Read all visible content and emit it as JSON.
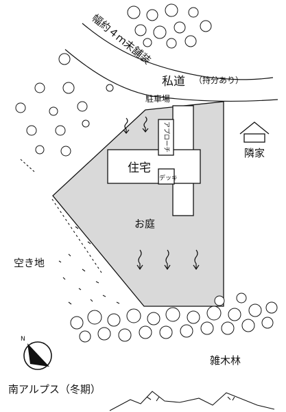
{
  "road": {
    "width_label": "幅約４ｍ未舗装",
    "name_label": "私道",
    "note_label": "（持分あり）"
  },
  "site": {
    "parking_label": "駐車場",
    "approach_label": "アプローチ",
    "house_label": "住宅",
    "deck_label": "デッキ",
    "garden_label": "お庭"
  },
  "surroundings": {
    "neighbor_label": "隣家",
    "vacant_land_label": "空き地",
    "woods_label": "雑木林",
    "mountains_label": "南アルプス（冬期）"
  },
  "compass": {
    "north_label": "N"
  },
  "colors": {
    "site_fill": "#d9d9d9",
    "ink": "#111111"
  }
}
